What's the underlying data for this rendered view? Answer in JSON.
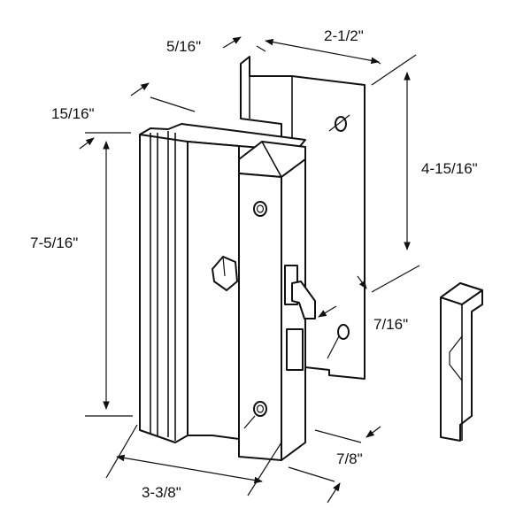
{
  "dimensions": {
    "outer_width": "2-1/2\"",
    "outer_height": "4-15/16\"",
    "flange_thickness": "5/16\"",
    "handle_depth": "15/16\"",
    "handle_height": "7-5/16\"",
    "handle_width": "3-3/8\"",
    "latch_width": "7/8\"",
    "hook_thickness": "7/16\""
  },
  "colors": {
    "line": "#111111",
    "background": "#ffffff"
  }
}
